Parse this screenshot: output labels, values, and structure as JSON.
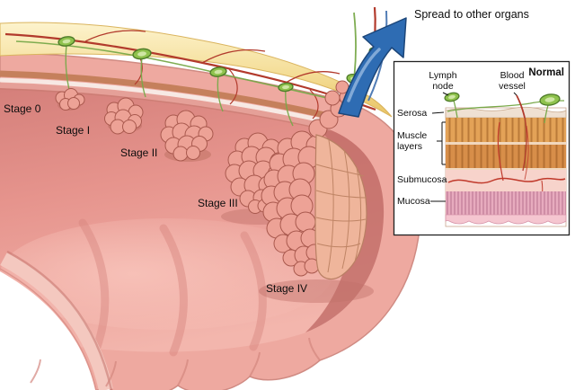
{
  "figure": {
    "spread_label": "Spread to other organs",
    "stages": [
      {
        "label": "Stage 0"
      },
      {
        "label": "Stage I"
      },
      {
        "label": "Stage II"
      },
      {
        "label": "Stage III"
      },
      {
        "label": "Stage IV"
      }
    ]
  },
  "inset": {
    "title": "Normal",
    "structures": {
      "lymph_node": "Lymph node",
      "blood_vessel": "Blood vessel"
    },
    "layers": [
      {
        "label": "Serosa"
      },
      {
        "label": "Muscle layers"
      },
      {
        "label": "Submucosa"
      },
      {
        "label": "Mucosa"
      }
    ]
  },
  "colors": {
    "colon_pink": "#eea9a0",
    "lumen_pink": "#e6948d",
    "fat_yellow": "#f4dd96",
    "tumor_pink": "#eda296",
    "lymph_green": "#8fc24d",
    "vessel_red": "#b03a2c",
    "arrow_blue": "#2e6cb3"
  }
}
